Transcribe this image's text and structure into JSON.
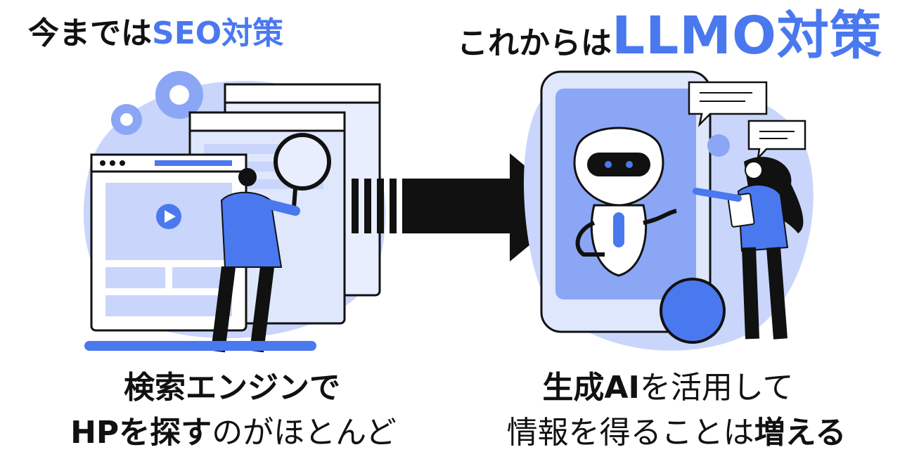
{
  "headings": {
    "left_prefix": "今までは",
    "left_accent": "SEO対策",
    "right_prefix": "これからは",
    "right_accent": "LLMO対策"
  },
  "captions": {
    "left_line1": "検索エンジンで",
    "left_line2_bold": "HPを探す",
    "left_line2_rest": "のがほとんど",
    "right_line1_bold": "生成AI",
    "right_line1_rest": "を活用して",
    "right_line2_rest": "情報を得ることは",
    "right_line2_bold": "増える"
  },
  "colors": {
    "accent": "#4a78ef",
    "light_blue": "#c9d5fb",
    "mid_blue": "#8aa6f5",
    "dark": "#111111"
  }
}
